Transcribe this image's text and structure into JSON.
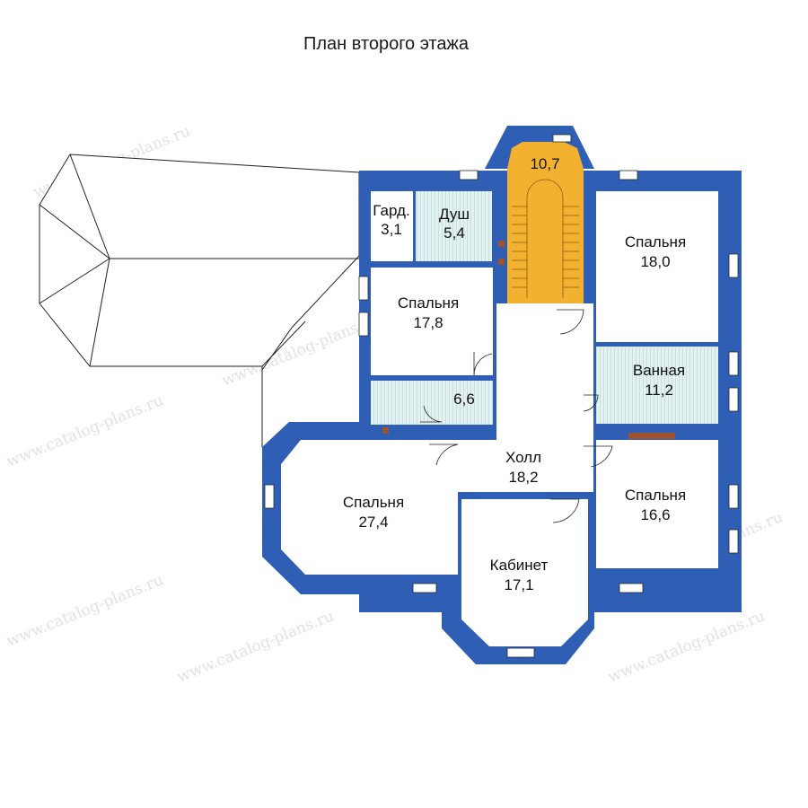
{
  "title": "План второго этажа",
  "watermark": "www.catalog-plans.ru",
  "colors": {
    "wall": "#2f5fb5",
    "room": "#ffffff",
    "stairs": "#f2b230",
    "tile": "#d9ecec",
    "radiator": "#a0522d"
  },
  "rooms": [
    {
      "id": "stair",
      "name": "",
      "area": "10,7"
    },
    {
      "id": "gard",
      "name": "Гард.",
      "area": "3,1"
    },
    {
      "id": "shower",
      "name": "Душ",
      "area": "5,4"
    },
    {
      "id": "bed-ne",
      "name": "Спальня",
      "area": "18,0"
    },
    {
      "id": "bed-nw",
      "name": "Спальня",
      "area": "17,8"
    },
    {
      "id": "bath",
      "name": "Ванная",
      "area": "11,2"
    },
    {
      "id": "utility",
      "name": "",
      "area": "6,6"
    },
    {
      "id": "hall",
      "name": "Холл",
      "area": "18,2"
    },
    {
      "id": "bed-w",
      "name": "Спальня",
      "area": "27,4"
    },
    {
      "id": "bed-e",
      "name": "Спальня",
      "area": "16,6"
    },
    {
      "id": "study",
      "name": "Кабинет",
      "area": "17,1"
    }
  ]
}
